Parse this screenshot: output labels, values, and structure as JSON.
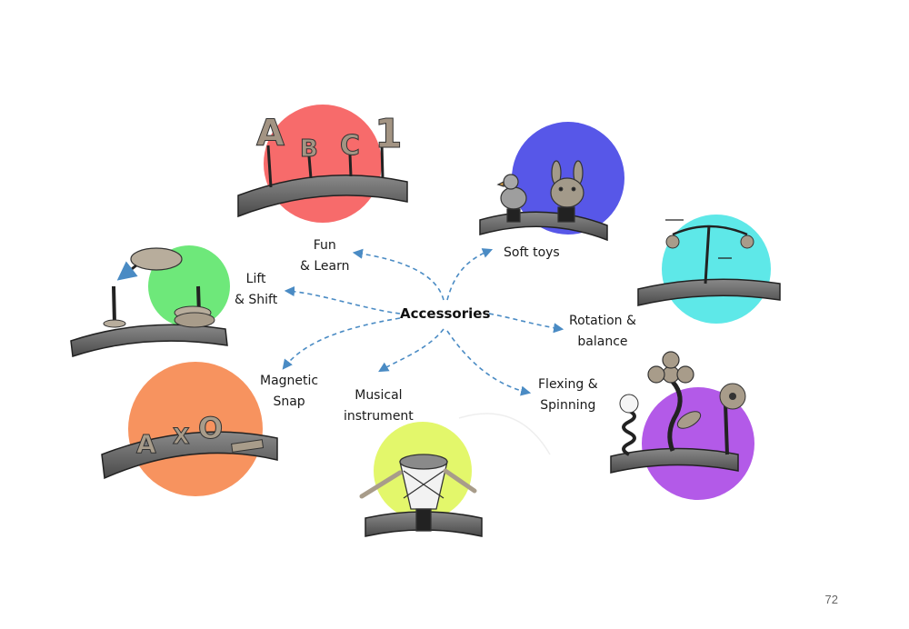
{
  "center": {
    "label": "Accessories"
  },
  "nodes": {
    "fun_learn": {
      "line1": "Fun",
      "line2": "& Learn",
      "color": "#f76b6b"
    },
    "soft_toys": {
      "line1": "Soft toys",
      "color": "#5757e8"
    },
    "lift_shift": {
      "line1": "Lift",
      "line2": "& Shift",
      "color": "#6ee87a"
    },
    "rotation": {
      "line1": "Rotation &",
      "line2": "balance",
      "color": "#5ee8e8"
    },
    "magnetic": {
      "line1": "Magnetic",
      "line2": "Snap",
      "color": "#f7935f"
    },
    "musical": {
      "line1": "Musical",
      "line2": "instrument",
      "color": "#e3f76b"
    },
    "flexing": {
      "line1": "Flexing &",
      "line2": "Spinning",
      "color": "#b35ae8"
    }
  },
  "illustration_letters": {
    "fun_learn": [
      "A",
      "B",
      "C",
      "1"
    ],
    "magnetic": [
      "A",
      "X",
      "O"
    ]
  },
  "arrow_color": "#4a8bc4",
  "page_number": "72"
}
